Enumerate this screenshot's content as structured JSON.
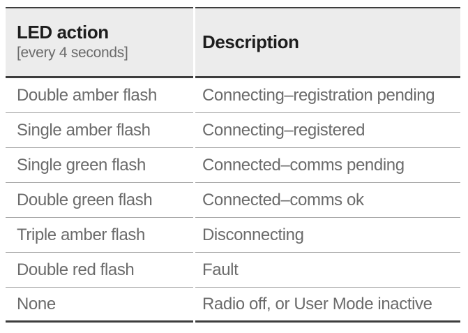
{
  "table": {
    "header": {
      "col1_title": "LED action",
      "col1_subtitle": "[every 4 seconds]",
      "col2_title": "Description"
    },
    "rows": [
      {
        "action": "Double amber flash",
        "description": "Connecting–registration pending"
      },
      {
        "action": "Single amber flash",
        "description": "Connecting–registered"
      },
      {
        "action": "Single green flash",
        "description": "Connected–comms pending"
      },
      {
        "action": "Double green flash",
        "description": "Connected–comms ok"
      },
      {
        "action": "Triple amber flash",
        "description": "Disconnecting"
      },
      {
        "action": "Double red flash",
        "description": "Fault"
      },
      {
        "action": "None",
        "description": "Radio off, or User Mode inactive"
      }
    ]
  },
  "colors": {
    "header_bg": "#ececec",
    "dark_border": "#3d3d3d",
    "row_divider": "#a6a6a6",
    "header_text": "#1d1d1d",
    "body_text": "#6b6b6b"
  }
}
